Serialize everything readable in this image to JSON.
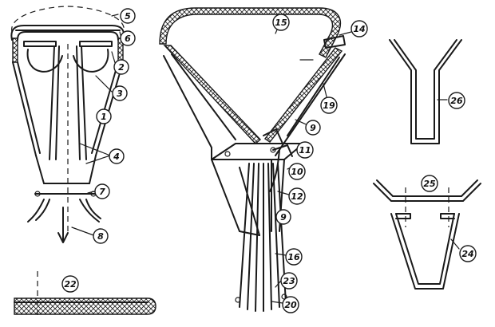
{
  "callouts": {
    "c1": "1",
    "c2": "2",
    "c3": "3",
    "c4": "4",
    "c5": "5",
    "c6": "6",
    "c7": "7",
    "c8": "8",
    "c9a": "9",
    "c9b": "9",
    "c10": "10",
    "c11": "11",
    "c12": "12",
    "c14": "14",
    "c15": "15",
    "c16": "16",
    "c19": "19",
    "c20": "20",
    "c22": "22",
    "c23": "23",
    "c24": "24",
    "c25": "25",
    "c26": "26"
  }
}
